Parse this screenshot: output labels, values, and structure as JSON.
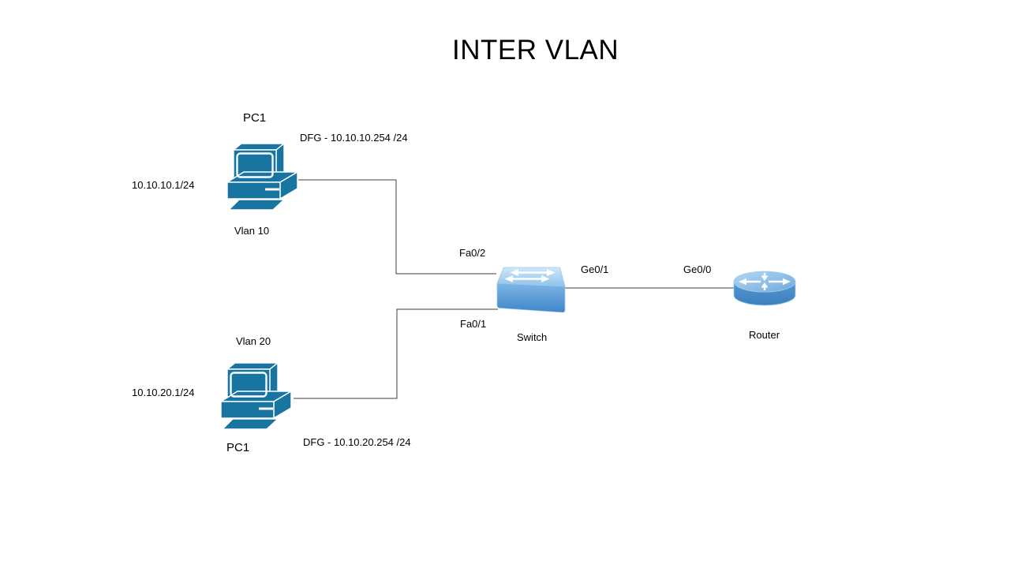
{
  "title": "INTER VLAN",
  "devices": {
    "pc_top": {
      "label": "PC1",
      "ip": "10.10.10.1/24",
      "gateway": "DFG - 10.10.10.254 /24",
      "vlan": "Vlan 10"
    },
    "pc_bottom": {
      "label": "PC1",
      "ip": "10.10.20.1/24",
      "gateway": "DFG - 10.10.20.254 /24",
      "vlan": "Vlan 20"
    },
    "switch": {
      "label": "Switch"
    },
    "router": {
      "label": "Router"
    }
  },
  "ports": {
    "switch_to_pc_top": "Fa0/2",
    "switch_to_pc_bottom": "Fa0/1",
    "switch_to_router": "Ge0/1",
    "router_to_switch": "Ge0/0"
  },
  "icons": {
    "pc_top": "pc-icon",
    "pc_bottom": "pc-icon",
    "switch": "switch-icon",
    "router": "router-icon"
  },
  "colors": {
    "link-color": "#3f3f3f",
    "pc-fill": "#17759F",
    "sw-top-light": "#cfe8f8",
    "sw-top-dark": "#8ec2ea",
    "sw-front-light": "#7fb5e6",
    "sw-front-dark": "#3f86c8",
    "rt-top-light": "#b5d8f2",
    "rt-top-dark": "#6fa9dc",
    "rt-body-light": "#5598d4",
    "rt-body-dark": "#3c7fba"
  }
}
